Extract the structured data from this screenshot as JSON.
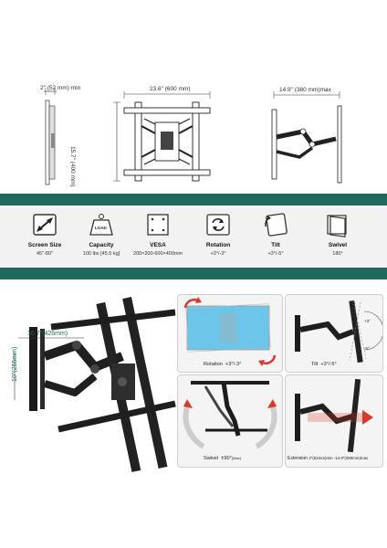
{
  "top_diagrams": {
    "side_depth": "2\" (52 mm)  min",
    "front_width": "23.6\" (600 mm)",
    "front_height": "15.7\" (400 mm)",
    "extension": "14.9\" (380 mm)max"
  },
  "specs": [
    {
      "label": "Screen Size",
      "value": "45\"-80\"",
      "icon": "screen-size-icon"
    },
    {
      "label": "Capacity",
      "value": "100 lbs [45.5 kg]",
      "icon": "load-weight-icon",
      "badge": "LOAD"
    },
    {
      "label": "VESA",
      "value": "200×200-600×400mm",
      "icon": "vesa-plate-icon"
    },
    {
      "label": "Rotation",
      "value": "+3°/-3°",
      "icon": "rotation-icon"
    },
    {
      "label": "Tilt",
      "value": "+3°/-5°",
      "icon": "tilt-icon"
    },
    {
      "label": "Swivel",
      "value": "180°",
      "icon": "swivel-icon"
    }
  ],
  "bottom_left": {
    "width": "16.7\"(426mm)",
    "height": "10\"(255mm)"
  },
  "panels": {
    "rotation": {
      "label": "Rotation",
      "value": "+3°/-3°"
    },
    "tilt": {
      "label": "Tilt",
      "value": "+3°/-5°",
      "plus": "+3°",
      "minus": "-5°"
    },
    "swivel": {
      "label": "Swivel",
      "value": "±90°",
      "note": "(Max)"
    },
    "extension": {
      "label": "Extension",
      "value": "2\"(52mm)min -14.9\"(380mm)max"
    }
  },
  "colors": {
    "band": "#1e6b5e",
    "accent_red": "#d9372a",
    "screen_blue": "#6cc6ea"
  }
}
